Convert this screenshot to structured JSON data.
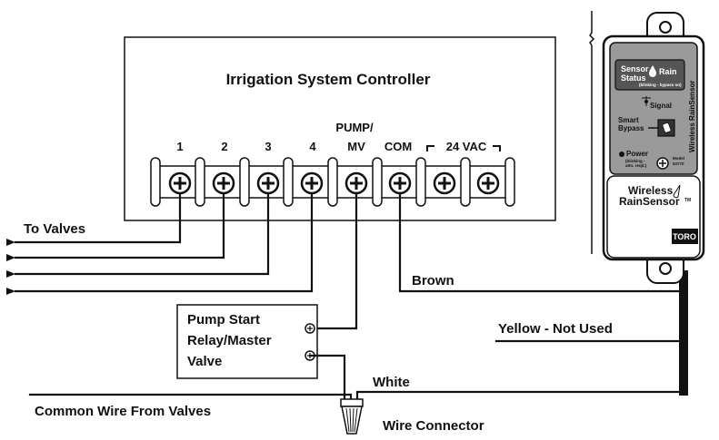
{
  "controller": {
    "title": "Irrigation System Controller",
    "terminals": [
      "1",
      "2",
      "3",
      "4",
      "PUMP/",
      "MV",
      "COM",
      "24 VAC"
    ]
  },
  "labels": {
    "to_valves": "To Valves",
    "brown": "Brown",
    "yellow": "Yellow - Not Used",
    "white": "White",
    "common_wire": "Common Wire From Valves",
    "wire_connector": "Wire Connector"
  },
  "relay": {
    "line1": "Pump Start",
    "line2": "Relay/Master",
    "line3": "Valve"
  },
  "sensor": {
    "status_line1": "Sensor",
    "status_line2": "Status",
    "rain": "Rain",
    "status_note": "(blinking - bypass on)",
    "signal": "Signal",
    "smart": "Smart",
    "bypass": "Bypass",
    "power": "Power",
    "power_note1": "(blinking -",
    "power_note2": "attn. reqd.)",
    "model_label": "Model",
    "model_number": "53770",
    "side_text": "Wireless RainSensor",
    "brand_line1": "Wireless",
    "brand_line2": "RainSensor",
    "tm": "TM",
    "logo": "TORO"
  },
  "colors": {
    "ink": "#111111",
    "panel_gray": "#9a9a9a",
    "dark_panel": "#555555",
    "paper": "#ffffff"
  }
}
